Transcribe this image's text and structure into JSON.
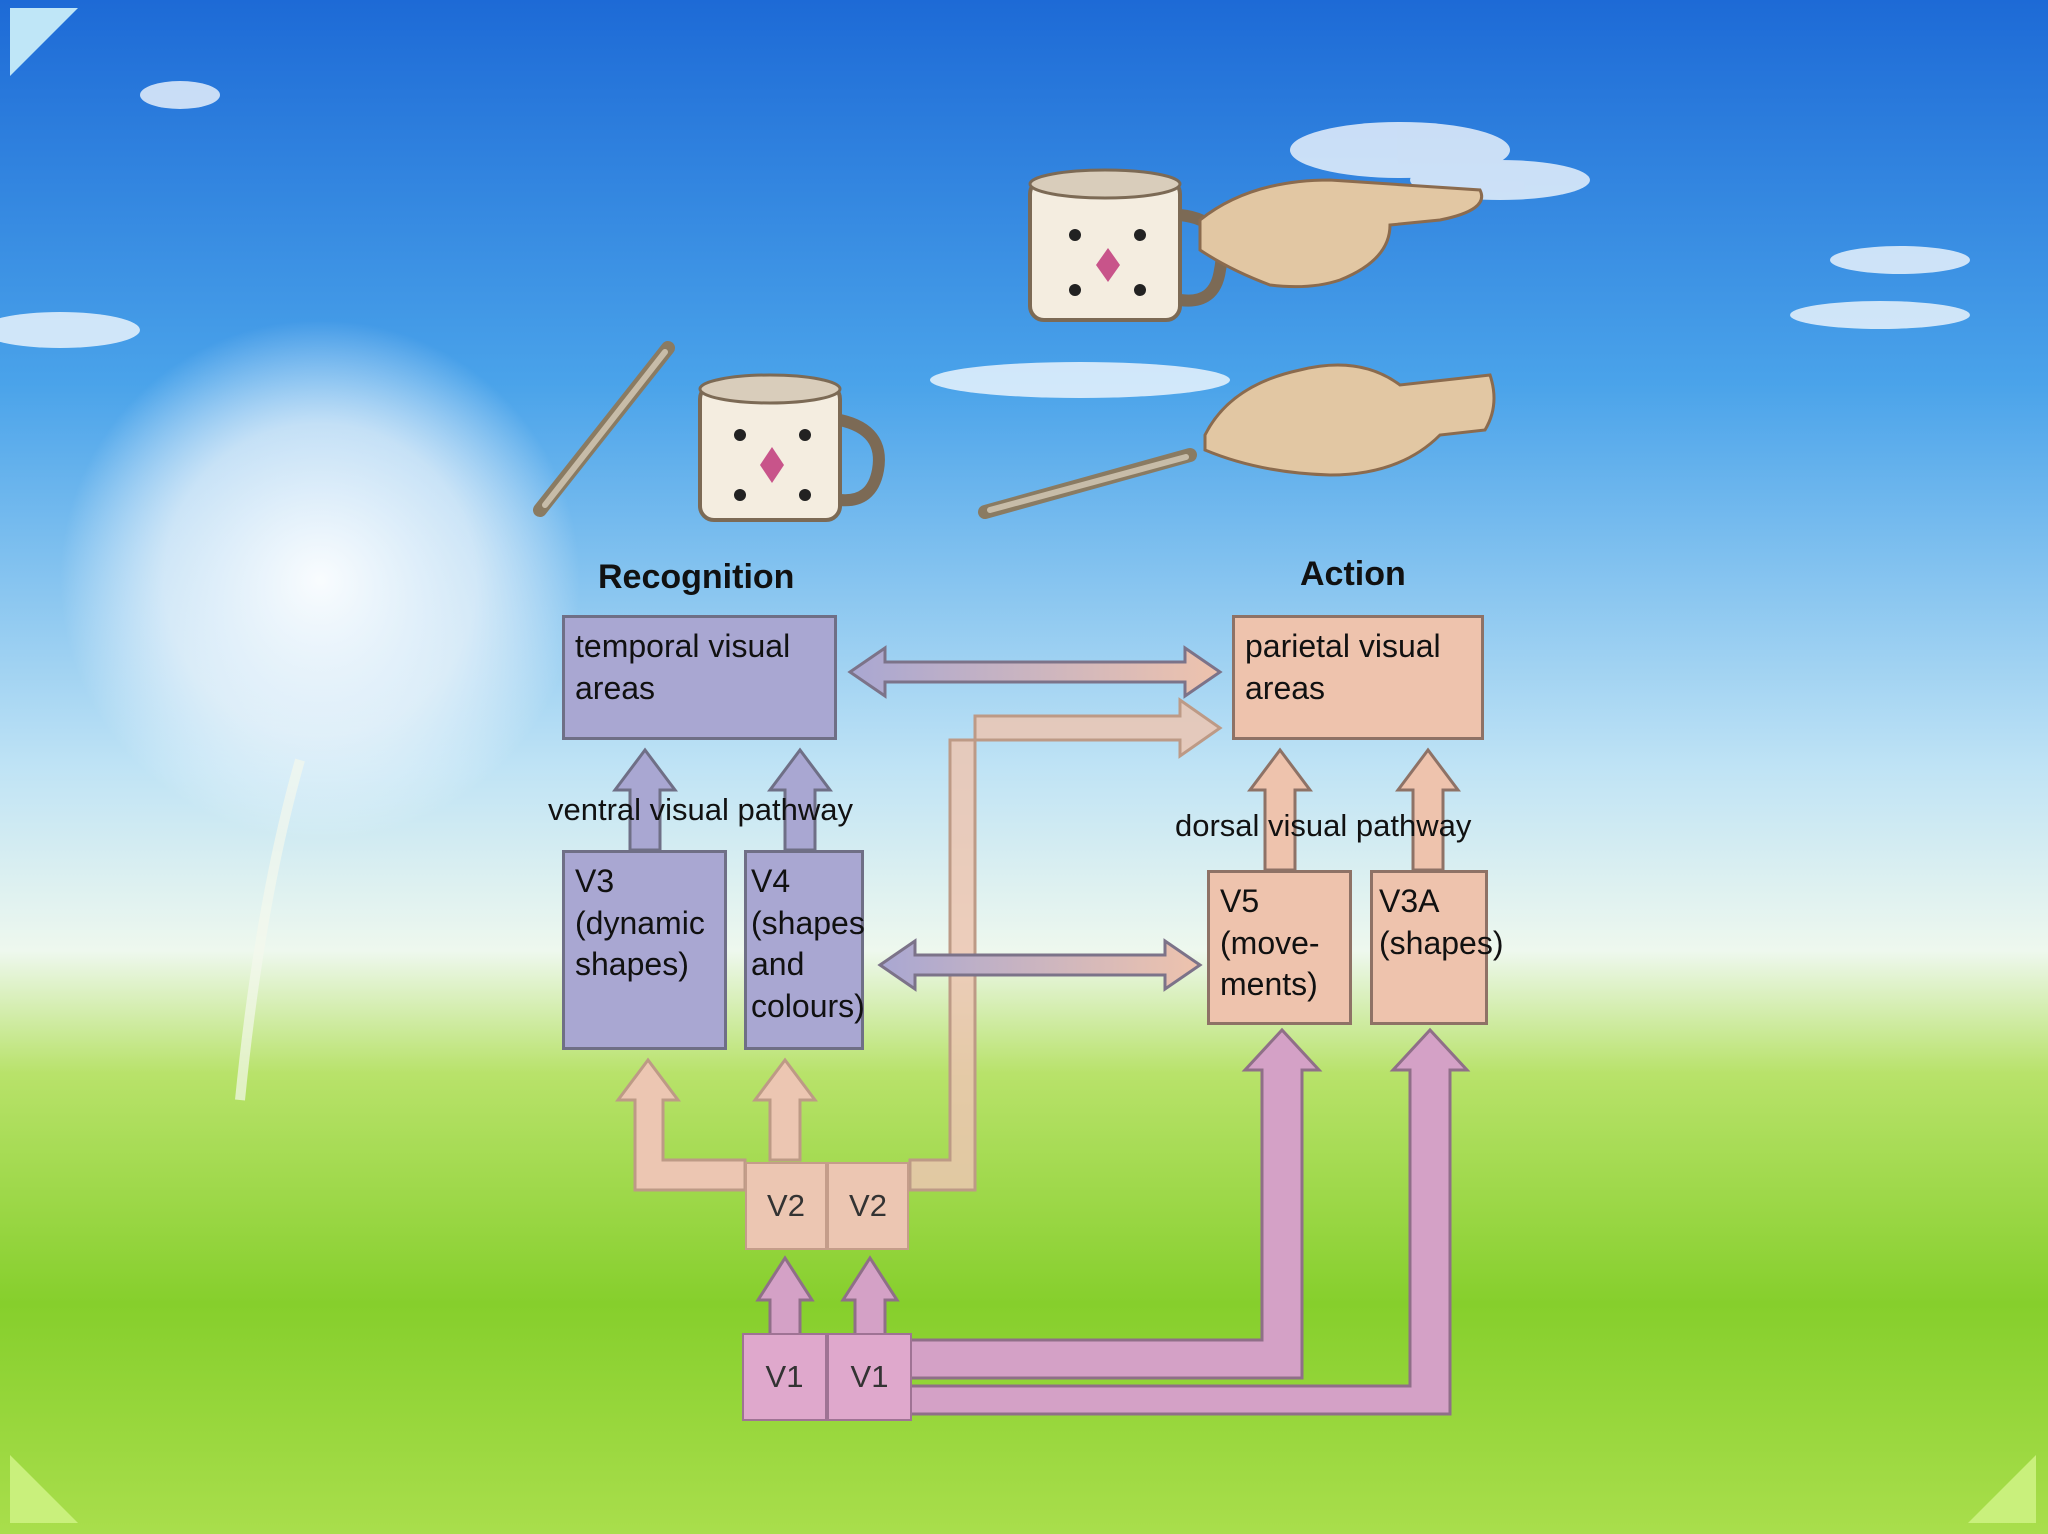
{
  "labels": {
    "recognition": "Recognition",
    "action": "Action",
    "ventral": "ventral visual pathway",
    "dorsal": "dorsal visual pathway"
  },
  "boxes": {
    "temporal": "temporal visual areas",
    "parietal": "parietal visual areas",
    "v3": "V3 (dynamic shapes)",
    "v4": "V4 (shapes and colours)",
    "v5": "V5 (move- ments)",
    "v3a": "V3A (shapes)",
    "v2_left": "V2",
    "v2_right": "V2",
    "v1_left": "V1",
    "v1_right": "V1"
  },
  "colors": {
    "ventral_fill": "#a9a7d2",
    "dorsal_fill": "#eec3ad",
    "v2_fill": "#ecc6b2",
    "v1_fill": "#dfa8cc",
    "sky_top": "#1e6fd9",
    "grass": "#8bd22f"
  }
}
